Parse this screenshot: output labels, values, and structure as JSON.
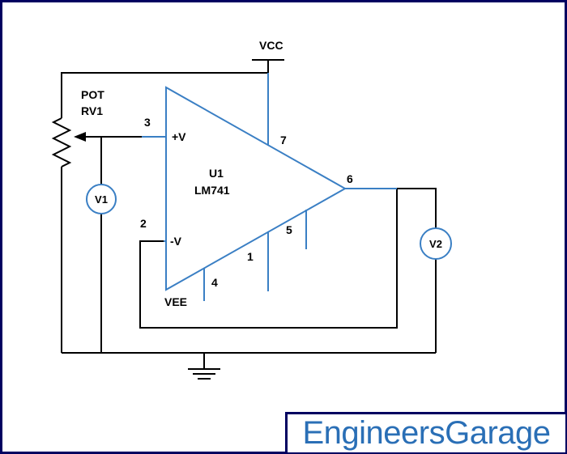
{
  "labels": {
    "vcc": "VCC",
    "pot_line1": "POT",
    "pot_line2": "RV1",
    "pin3": "3",
    "plus_v": "+V",
    "pin7": "7",
    "u1": "U1",
    "part": "LM741",
    "pin6": "6",
    "pin2": "2",
    "minus_v": "-V",
    "pin5": "5",
    "pin1": "1",
    "pin4": "4",
    "vee": "VEE"
  },
  "meters": {
    "v1": "V1",
    "v2": "V2"
  },
  "brand": {
    "part1": "Engineers",
    "part2": "Garage"
  },
  "colors": {
    "frame": "#000060",
    "opamp_wire": "#3a7fc4",
    "wire": "#000000",
    "brand_text": "#2a6fb6"
  }
}
